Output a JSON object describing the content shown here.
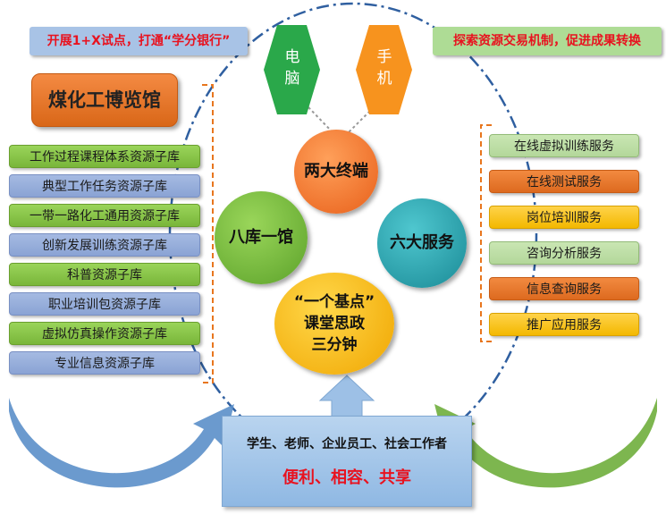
{
  "banners": {
    "left": "开展1+X试点，打通“学分银行”",
    "right": "探索资源交易机制，促进成果转换"
  },
  "devices": {
    "computer": [
      "电",
      "脑"
    ],
    "phone": [
      "手",
      "机"
    ]
  },
  "museum": "煤化工博览馆",
  "left_items": [
    {
      "label": "工作过程课程体系资源子库",
      "color": "green"
    },
    {
      "label": "典型工作任务资源子库",
      "color": "blue"
    },
    {
      "label": "一带一路化工通用资源子库",
      "color": "green"
    },
    {
      "label": "创新发展训练资源子库",
      "color": "blue"
    },
    {
      "label": "科普资源子库",
      "color": "green"
    },
    {
      "label": "职业培训包资源子库",
      "color": "blue"
    },
    {
      "label": "虚拟仿真操作资源子库",
      "color": "green"
    },
    {
      "label": "专业信息资源子库",
      "color": "blue"
    }
  ],
  "right_items": [
    {
      "label": "在线虚拟训练服务",
      "color": "lgreen"
    },
    {
      "label": "在线测试服务",
      "color": "orange"
    },
    {
      "label": "岗位培训服务",
      "color": "yellow"
    },
    {
      "label": "咨询分析服务",
      "color": "lgreen"
    },
    {
      "label": "信息查询服务",
      "color": "orange"
    },
    {
      "label": "推广应用服务",
      "color": "yellow"
    }
  ],
  "circles": {
    "terminal": "两大终端",
    "library": "八库一馆",
    "service": "六大服务",
    "base": [
      "“一个基点”",
      "课堂思政",
      "三分钟"
    ]
  },
  "audience": {
    "people": "学生、老师、企业员工、社会工作者",
    "values": "便利、相容、共享"
  },
  "colors": {
    "red_text": "#e8121f",
    "hex_green": "#2aa84a",
    "hex_orange": "#f7931e",
    "ellipse_dash": "#2f5fa0",
    "bracket": "#e8761e"
  }
}
